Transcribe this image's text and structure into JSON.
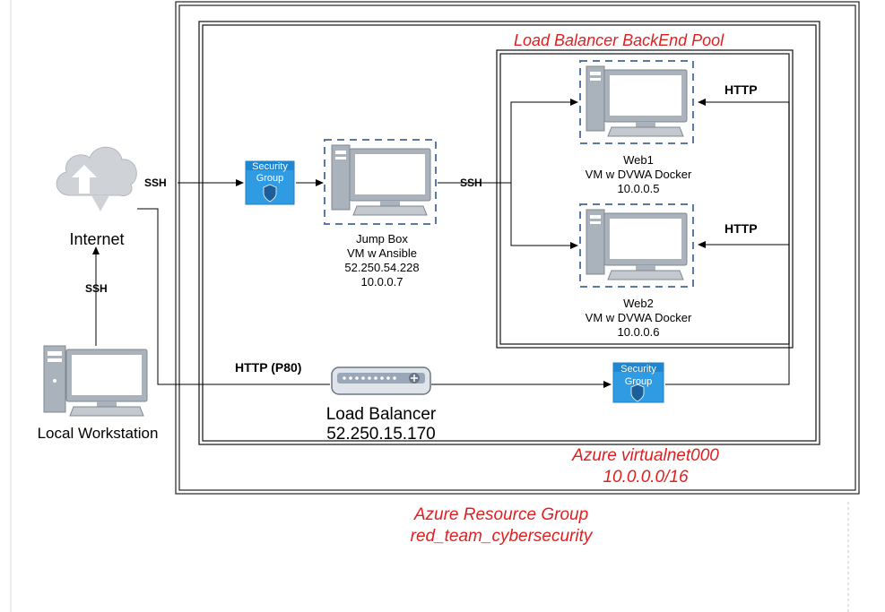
{
  "resource_group": {
    "name": "Azure Resource Group",
    "id": "red_team_cybersecurity"
  },
  "vnet": {
    "name": "Azure virtualnet000",
    "cidr": "10.0.0.0/16"
  },
  "backend_pool": {
    "title": "Load Balancer BackEnd Pool"
  },
  "internet": {
    "label": "Internet"
  },
  "workstation": {
    "label": "Local Workstation"
  },
  "jump_box": {
    "name": "Jump Box",
    "role": "VM w Ansible",
    "public_ip": "52.250.54.228",
    "private_ip": "10.0.0.7"
  },
  "web1": {
    "name": "Web1",
    "role": "VM w DVWA Docker",
    "ip": "10.0.0.5"
  },
  "web2": {
    "name": "Web2",
    "role": "VM w DVWA Docker",
    "ip": "10.0.0.6"
  },
  "load_balancer": {
    "name": "Load Balancer",
    "ip": "52.250.15.170"
  },
  "security_group": {
    "line1": "Security",
    "line2": "Group"
  },
  "connections": {
    "ssh_internet_to_sg": "SSH",
    "ssh_jump_to_web": "SSH",
    "ssh_workstation_to_internet": "SSH",
    "http_lb": "HTTP (P80)",
    "http_web1": "HTTP",
    "http_web2": "HTTP"
  },
  "colors": {
    "accent_red": "#e02020",
    "sg_blue": "#2f9be3",
    "vm_dash": "#5a78a8",
    "device_gray": "#9aa3ad"
  }
}
